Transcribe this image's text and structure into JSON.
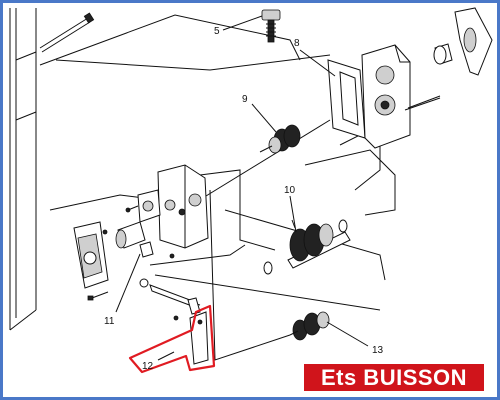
{
  "callouts": [
    {
      "id": "5",
      "label": "5"
    },
    {
      "id": "8",
      "label": "8"
    },
    {
      "id": "9",
      "label": "9"
    },
    {
      "id": "10",
      "label": "10"
    },
    {
      "id": "11",
      "label": "11"
    },
    {
      "id": "12",
      "label": "12"
    },
    {
      "id": "13",
      "label": "13"
    }
  ],
  "brand": {
    "text": "Ets BUISSON",
    "background": "#d0141b",
    "text_color": "#ffffff"
  },
  "colors": {
    "frame": "#4a78c8",
    "highlight": "#e01b22",
    "line": "#111111"
  }
}
